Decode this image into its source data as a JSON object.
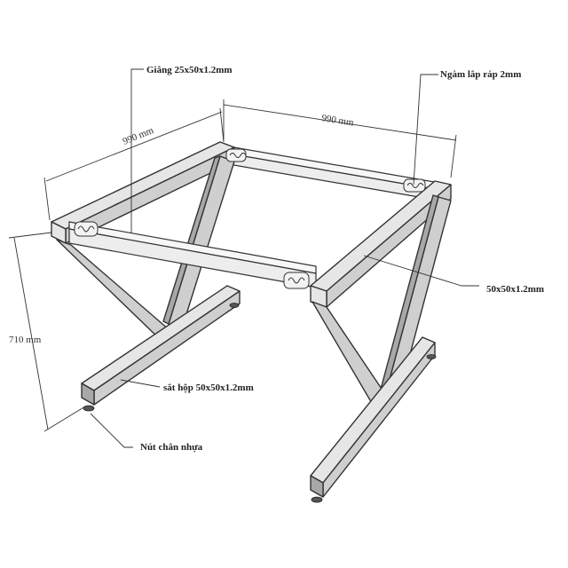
{
  "labels": {
    "giang": "Giằng 25x50x1.2mm",
    "ngam_lap_rap": "Ngàm lắp ráp 2mm",
    "tube_top": "50x50x1.2mm",
    "sat_hop": "sắt hộp 50x50x1.2mm",
    "nut_chan": "Nút chân nhựa"
  },
  "dimensions": {
    "depth": "990 mm",
    "width": "990 mm",
    "height": "710 mm"
  }
}
